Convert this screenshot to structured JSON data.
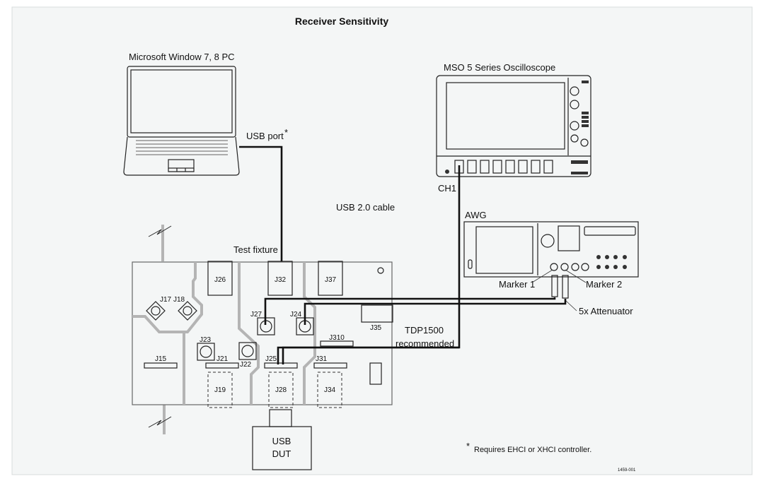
{
  "title": "Receiver Sensitivity",
  "pc": {
    "label": "Microsoft Window 7, 8 PC",
    "usb_port": "USB port",
    "asterisk": "*"
  },
  "scope": {
    "label": "MSO 5 Series Oscilloscope",
    "channel": "CH1"
  },
  "cable": {
    "label": "USB 2.0 cable"
  },
  "awg": {
    "label": "AWG",
    "marker1": "Marker 1",
    "marker2": "Marker 2",
    "attenuator": "5x Attenuator"
  },
  "probe": {
    "line1": "TDP1500",
    "line2": "recommended"
  },
  "fixture": {
    "label": "Test fixture",
    "connectors": [
      "J26",
      "J32",
      "J37",
      "J17",
      "J18",
      "J27",
      "J24",
      "J35",
      "J23",
      "J22",
      "J310",
      "J15",
      "J21",
      "J25",
      "J31",
      "J19",
      "J28",
      "J34"
    ]
  },
  "dut": {
    "line1": "USB",
    "line2": "DUT"
  },
  "footnote": {
    "asterisk": "*",
    "text": "Requires EHCI or XHCI controller."
  },
  "figure_id": "1459-001",
  "colors": {
    "background": "#f4f6f6",
    "cable": "#111111",
    "board_trace": "#b4b4b4"
  }
}
